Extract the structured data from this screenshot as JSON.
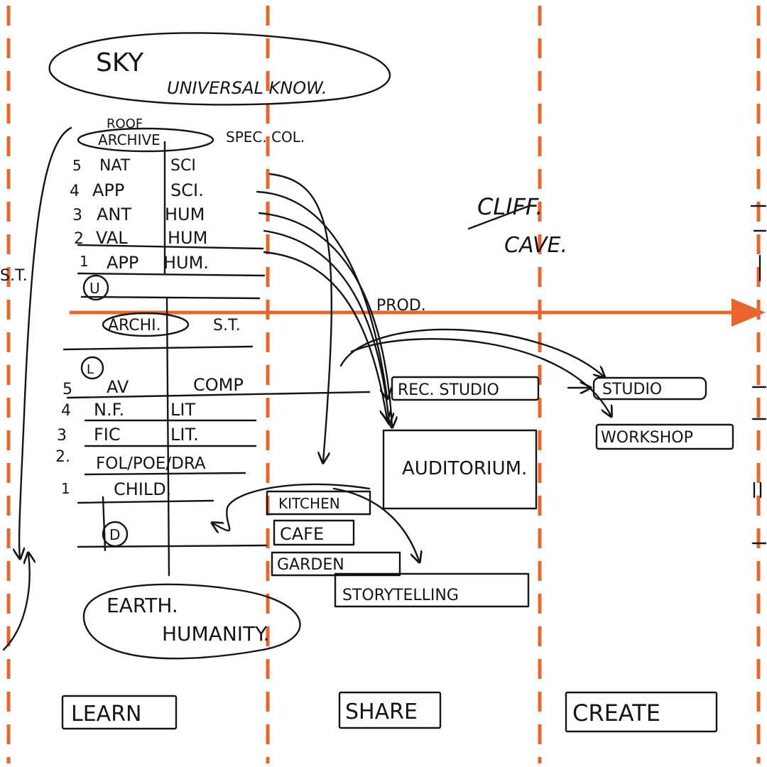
{
  "colors": {
    "ink": "#141414",
    "accent": "#E8652E",
    "paper": "#ffffff"
  },
  "top": {
    "sky": "SKY",
    "universal": "UNIVERSAL KNOW."
  },
  "library_upper": {
    "roof": "ROOF",
    "archive": "ARCHIVE",
    "spec_col": "SPEC. COL.",
    "rows": [
      {
        "num": "5",
        "left": "NAT",
        "right": "SCI"
      },
      {
        "num": "4",
        "left": "APP",
        "right": "SCI."
      },
      {
        "num": "3",
        "left": "ANT",
        "right": "HUM"
      },
      {
        "num": "2",
        "left": "VAL",
        "right": "HUM"
      },
      {
        "num": "1",
        "left": "APP",
        "right": "HUM."
      }
    ],
    "circle_mark": "U"
  },
  "mid": {
    "st_left": "S.T.",
    "archi": "ARCHI.",
    "st_right": "S.T.",
    "prod": "PROD."
  },
  "library_lower": {
    "circle_mark": "L",
    "rows": [
      {
        "num": "5",
        "left": "AV",
        "right": "COMP"
      },
      {
        "num": "4",
        "left": "N.F.",
        "right": "LIT"
      },
      {
        "num": "3",
        "left": "FIC",
        "right": "LIT."
      },
      {
        "num": "2.",
        "left": "FOL/POE/DRA",
        "right": ""
      },
      {
        "num": "1",
        "left": "CHILD.",
        "right": ""
      }
    ],
    "ground_mark": "D"
  },
  "spaces": {
    "rec_studio": "REC. STUDIO",
    "studio": "STUDIO",
    "workshop": "WORKSHOP",
    "auditorium": "AUDITORIUM.",
    "kitchen": "KITCHEN",
    "cafe": "CAFE",
    "garden": "GARDEN",
    "storytelling": "STORYTELLING"
  },
  "cliff": {
    "line1": "CLIFF.",
    "line2": "CAVE."
  },
  "bottom": {
    "earth": "EARTH.",
    "humanity": "HUMANITY."
  },
  "zones": [
    "LEARN",
    "SHARE",
    "CREATE"
  ]
}
